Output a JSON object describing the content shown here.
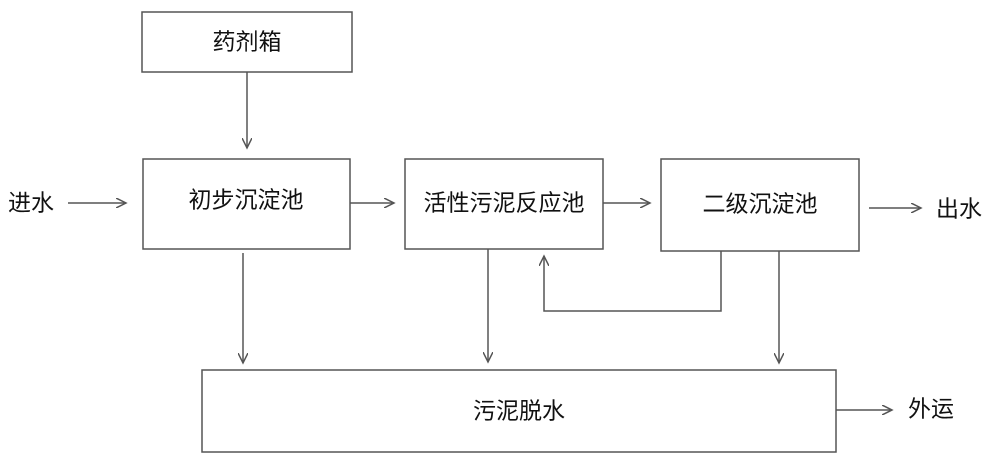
{
  "nodes": {
    "chemical_tank": "药剂箱",
    "primary_sedimentation": "初步沉淀池",
    "activated_sludge_reactor": "活性污泥反应池",
    "secondary_sedimentation": "二级沉淀池",
    "sludge_dewatering": "污泥脱水"
  },
  "io": {
    "water_inlet": "进水",
    "water_outlet": "出水",
    "external_transport": "外运"
  },
  "style": {
    "line_color": "#555555",
    "box_fill": "#ffffff",
    "text_color": "#111111"
  }
}
